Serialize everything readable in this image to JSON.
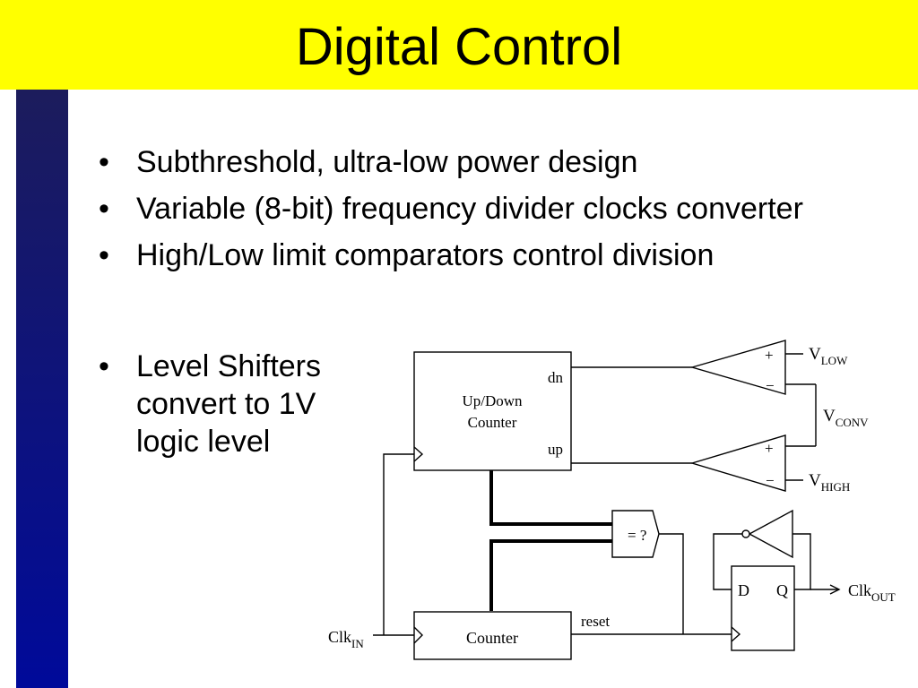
{
  "slide": {
    "title": "Digital Control",
    "bullet_glyph": "•",
    "bullets": [
      "Subthreshold, ultra-low power design",
      "Variable (8-bit) frequency divider clocks converter",
      "High/Low limit comparators control division",
      "Level Shifters convert to 1V logic level"
    ]
  },
  "diagram": {
    "updown_counter": {
      "line1": "Up/Down",
      "line2": "Counter",
      "dn": "dn",
      "up": "up"
    },
    "comparator_top": {
      "plus": "+",
      "minus": "−"
    },
    "comparator_bottom": {
      "plus": "+",
      "minus": "−"
    },
    "v_low": {
      "main": "V",
      "sub": "LOW"
    },
    "v_conv": {
      "main": "V",
      "sub": "CONV"
    },
    "v_high": {
      "main": "V",
      "sub": "HIGH"
    },
    "equality": "= ?",
    "counter": "Counter",
    "reset": "reset",
    "clk_in": {
      "main": "Clk",
      "sub": "IN"
    },
    "flipflop": {
      "d": "D",
      "q": "Q"
    },
    "clk_out": {
      "main": "Clk",
      "sub": "OUT"
    }
  }
}
